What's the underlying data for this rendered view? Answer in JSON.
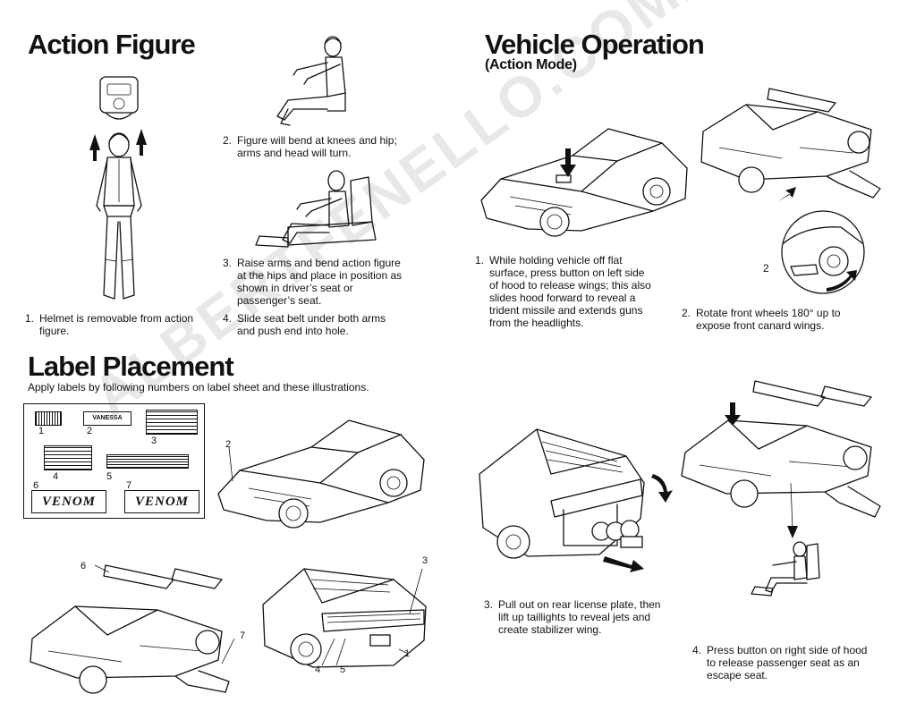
{
  "action_figure": {
    "title": "Action Figure",
    "steps": [
      {
        "num": "1.",
        "text": "Helmet is removable from action\nfigure."
      },
      {
        "num": "2.",
        "text": "Figure will bend at knees and hip;\narms and head will turn."
      },
      {
        "num": "3.",
        "text": "Raise arms and bend action figure\nat the hips and place in position as\nshown in driver’s seat or\npassenger’s seat."
      },
      {
        "num": "4.",
        "text": "Slide seat belt under both arms\nand push end into hole."
      }
    ]
  },
  "vehicle_operation": {
    "title": "Vehicle Operation",
    "subtitle": "(Action Mode)",
    "steps": [
      {
        "num": "1.",
        "text": "While holding vehicle off flat\nsurface, press button on left side\nof hood to release wings; this also\nslides hood forward to reveal a\ntrident missile and extends guns\nfrom the headlights."
      },
      {
        "num": "2.",
        "text": "Rotate front wheels 180° up to\nexpose front canard wings."
      },
      {
        "num": "3.",
        "text": "Pull out on rear license plate, then\nlift up taillights to reveal jets and\ncreate stabilizer wing."
      },
      {
        "num": "4.",
        "text": "Press button on right side of hood\nto release passenger seat as an\nescape seat."
      }
    ],
    "inset_number": "2"
  },
  "label_placement": {
    "title": "Label Placement",
    "instructions": "Apply labels by following numbers on label sheet and these illustrations.",
    "sheet_numbers": [
      "1",
      "2",
      "3",
      "4",
      "5",
      "6",
      "7"
    ],
    "sheet_vanessa": "VANESSA",
    "sheet_venom": "VENOM",
    "callouts_car_front": [
      "2"
    ],
    "callouts_car_flying": [
      "6",
      "7"
    ],
    "callouts_car_rear": [
      "3",
      "4",
      "5",
      "1"
    ]
  },
  "watermark": "ALBERTFENELLO.COM/M.A.S.K."
}
